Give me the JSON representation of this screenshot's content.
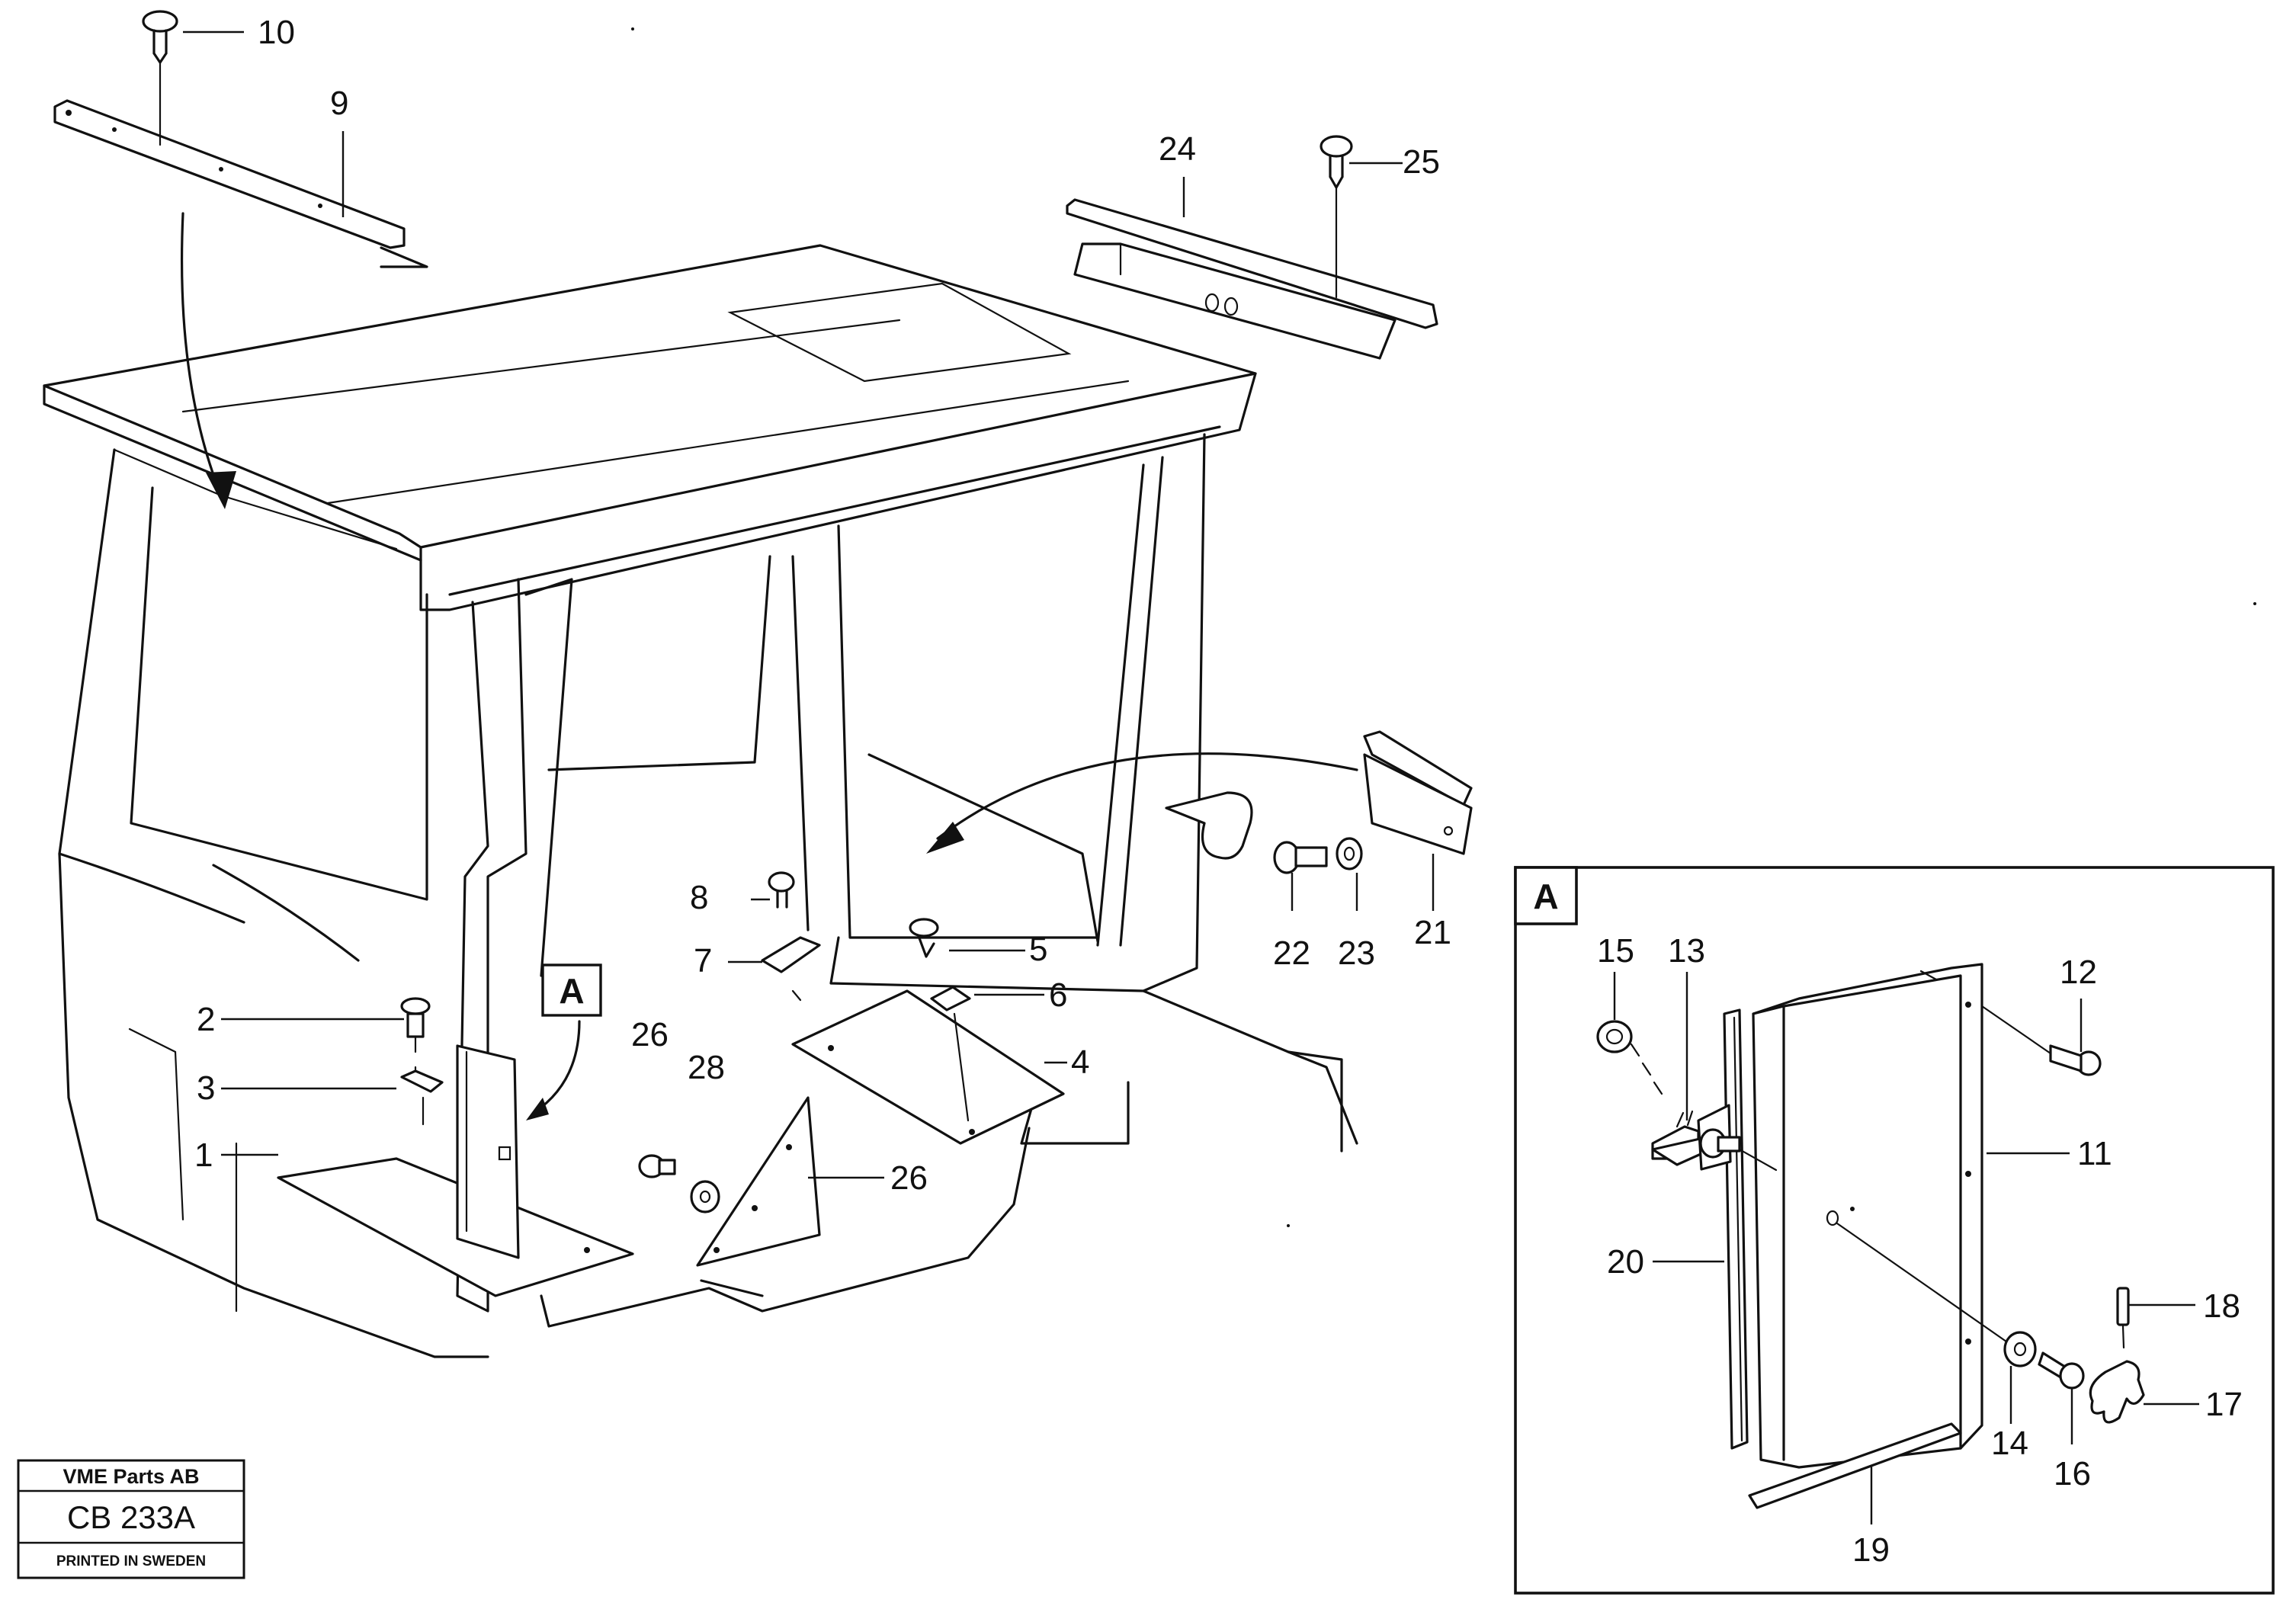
{
  "part_labels": {
    "p1": "1",
    "p2": "2",
    "p3": "3",
    "p4": "4",
    "p5": "5",
    "p6": "6",
    "p7": "7",
    "p8": "8",
    "p9": "9",
    "p10": "10",
    "p11": "11",
    "p12": "12",
    "p13": "13",
    "p14": "14",
    "p15": "15",
    "p16": "16",
    "p17": "17",
    "p18": "18",
    "p19": "19",
    "p20": "20",
    "p21": "21",
    "p22": "22",
    "p23": "23",
    "p24": "24",
    "p25": "25",
    "p26a": "26",
    "p26b": "26",
    "p28": "28"
  },
  "detail": {
    "ref_callout": "A",
    "inset_title": "A"
  },
  "stamp": {
    "company": "VME Parts AB",
    "code": "CB 233A",
    "printed": "PRINTED IN SWEDEN"
  }
}
